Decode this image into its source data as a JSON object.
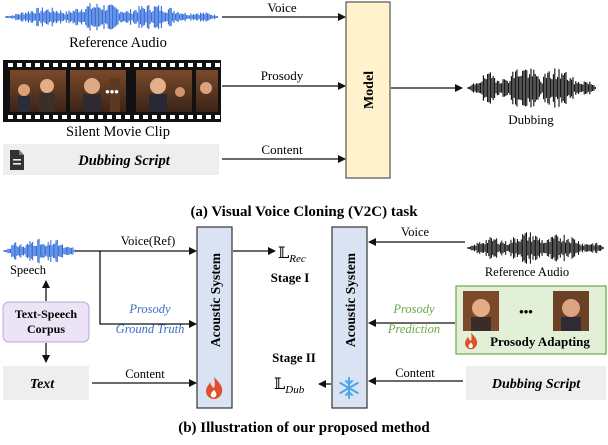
{
  "colors": {
    "model_fill": "#fff2cc",
    "model_stroke": "#555555",
    "acoustic_fill": "#dae3f3",
    "acoustic_stroke": "#333333",
    "script_fill": "#eeeeee",
    "corpus_fill": "#ece3f6",
    "corpus_stroke": "#b9a6d6",
    "prosody_blue": "#3b6fc4",
    "prosody_green": "#6aa842",
    "prosody_panel_fill": "#e3f0d8",
    "prosody_panel_stroke": "#6aa842",
    "wave_blue": "#2f6bd8",
    "wave_black": "#111111",
    "fire_red": "#e0502c",
    "snow_blue": "#4aa6e8"
  },
  "part_a": {
    "reference_audio_label": "Reference Audio",
    "silent_movie_label": "Silent Movie Clip",
    "film_ellipsis": "•••",
    "script_label": "Dubbing Script",
    "arrow_voice": "Voice",
    "arrow_prosody": "Prosody",
    "arrow_content": "Content",
    "model_label": "Model",
    "output_label": "Dubbing",
    "caption": "(a) Visual Voice Cloning (V2C) task"
  },
  "part_b": {
    "speech_label": "Speech",
    "corpus_label_1": "Text-Speech",
    "corpus_label_2": "Corpus",
    "text_label": "Text",
    "arrow_voice_ref": "Voice(Ref)",
    "arrow_prosody_gt_1": "Prosody",
    "arrow_prosody_gt_2": "Ground Truth",
    "arrow_content_left": "Content",
    "acoustic_left_label": "Acoustic System",
    "acoustic_right_label": "Acoustic System",
    "loss_rec_main": "𝕃",
    "loss_rec_sub": "Rec",
    "stage_1": "Stage I",
    "loss_dub_main": "𝕃",
    "loss_dub_sub": "Dub",
    "stage_2": "Stage II",
    "arrow_voice_right": "Voice",
    "arrow_prosody_pred_1": "Prosody",
    "arrow_prosody_pred_2": "Prediction",
    "arrow_content_right": "Content",
    "reference_audio_label": "Reference Audio",
    "prosody_ellipsis": "•••",
    "prosody_adapting_label": "Prosody Adapting",
    "script_label": "Dubbing Script",
    "caption": "(b) Illustration of our proposed method"
  }
}
